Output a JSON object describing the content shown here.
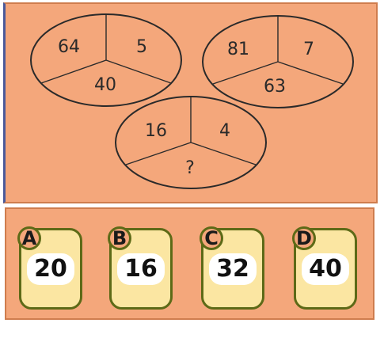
{
  "circles": [
    {
      "values": [
        "64",
        "5",
        "40"
      ]
    },
    {
      "values": [
        "81",
        "7",
        "63"
      ]
    },
    {
      "values": [
        "16",
        "4",
        "?"
      ]
    }
  ],
  "options": [
    {
      "letter": "A",
      "value": "20"
    },
    {
      "letter": "B",
      "value": "16"
    },
    {
      "letter": "C",
      "value": "32"
    },
    {
      "letter": "D",
      "value": "40"
    }
  ],
  "colors": {
    "panel": "#f4a77b",
    "option_card": "#fbe6a2",
    "option_border": "#5d6a17"
  }
}
